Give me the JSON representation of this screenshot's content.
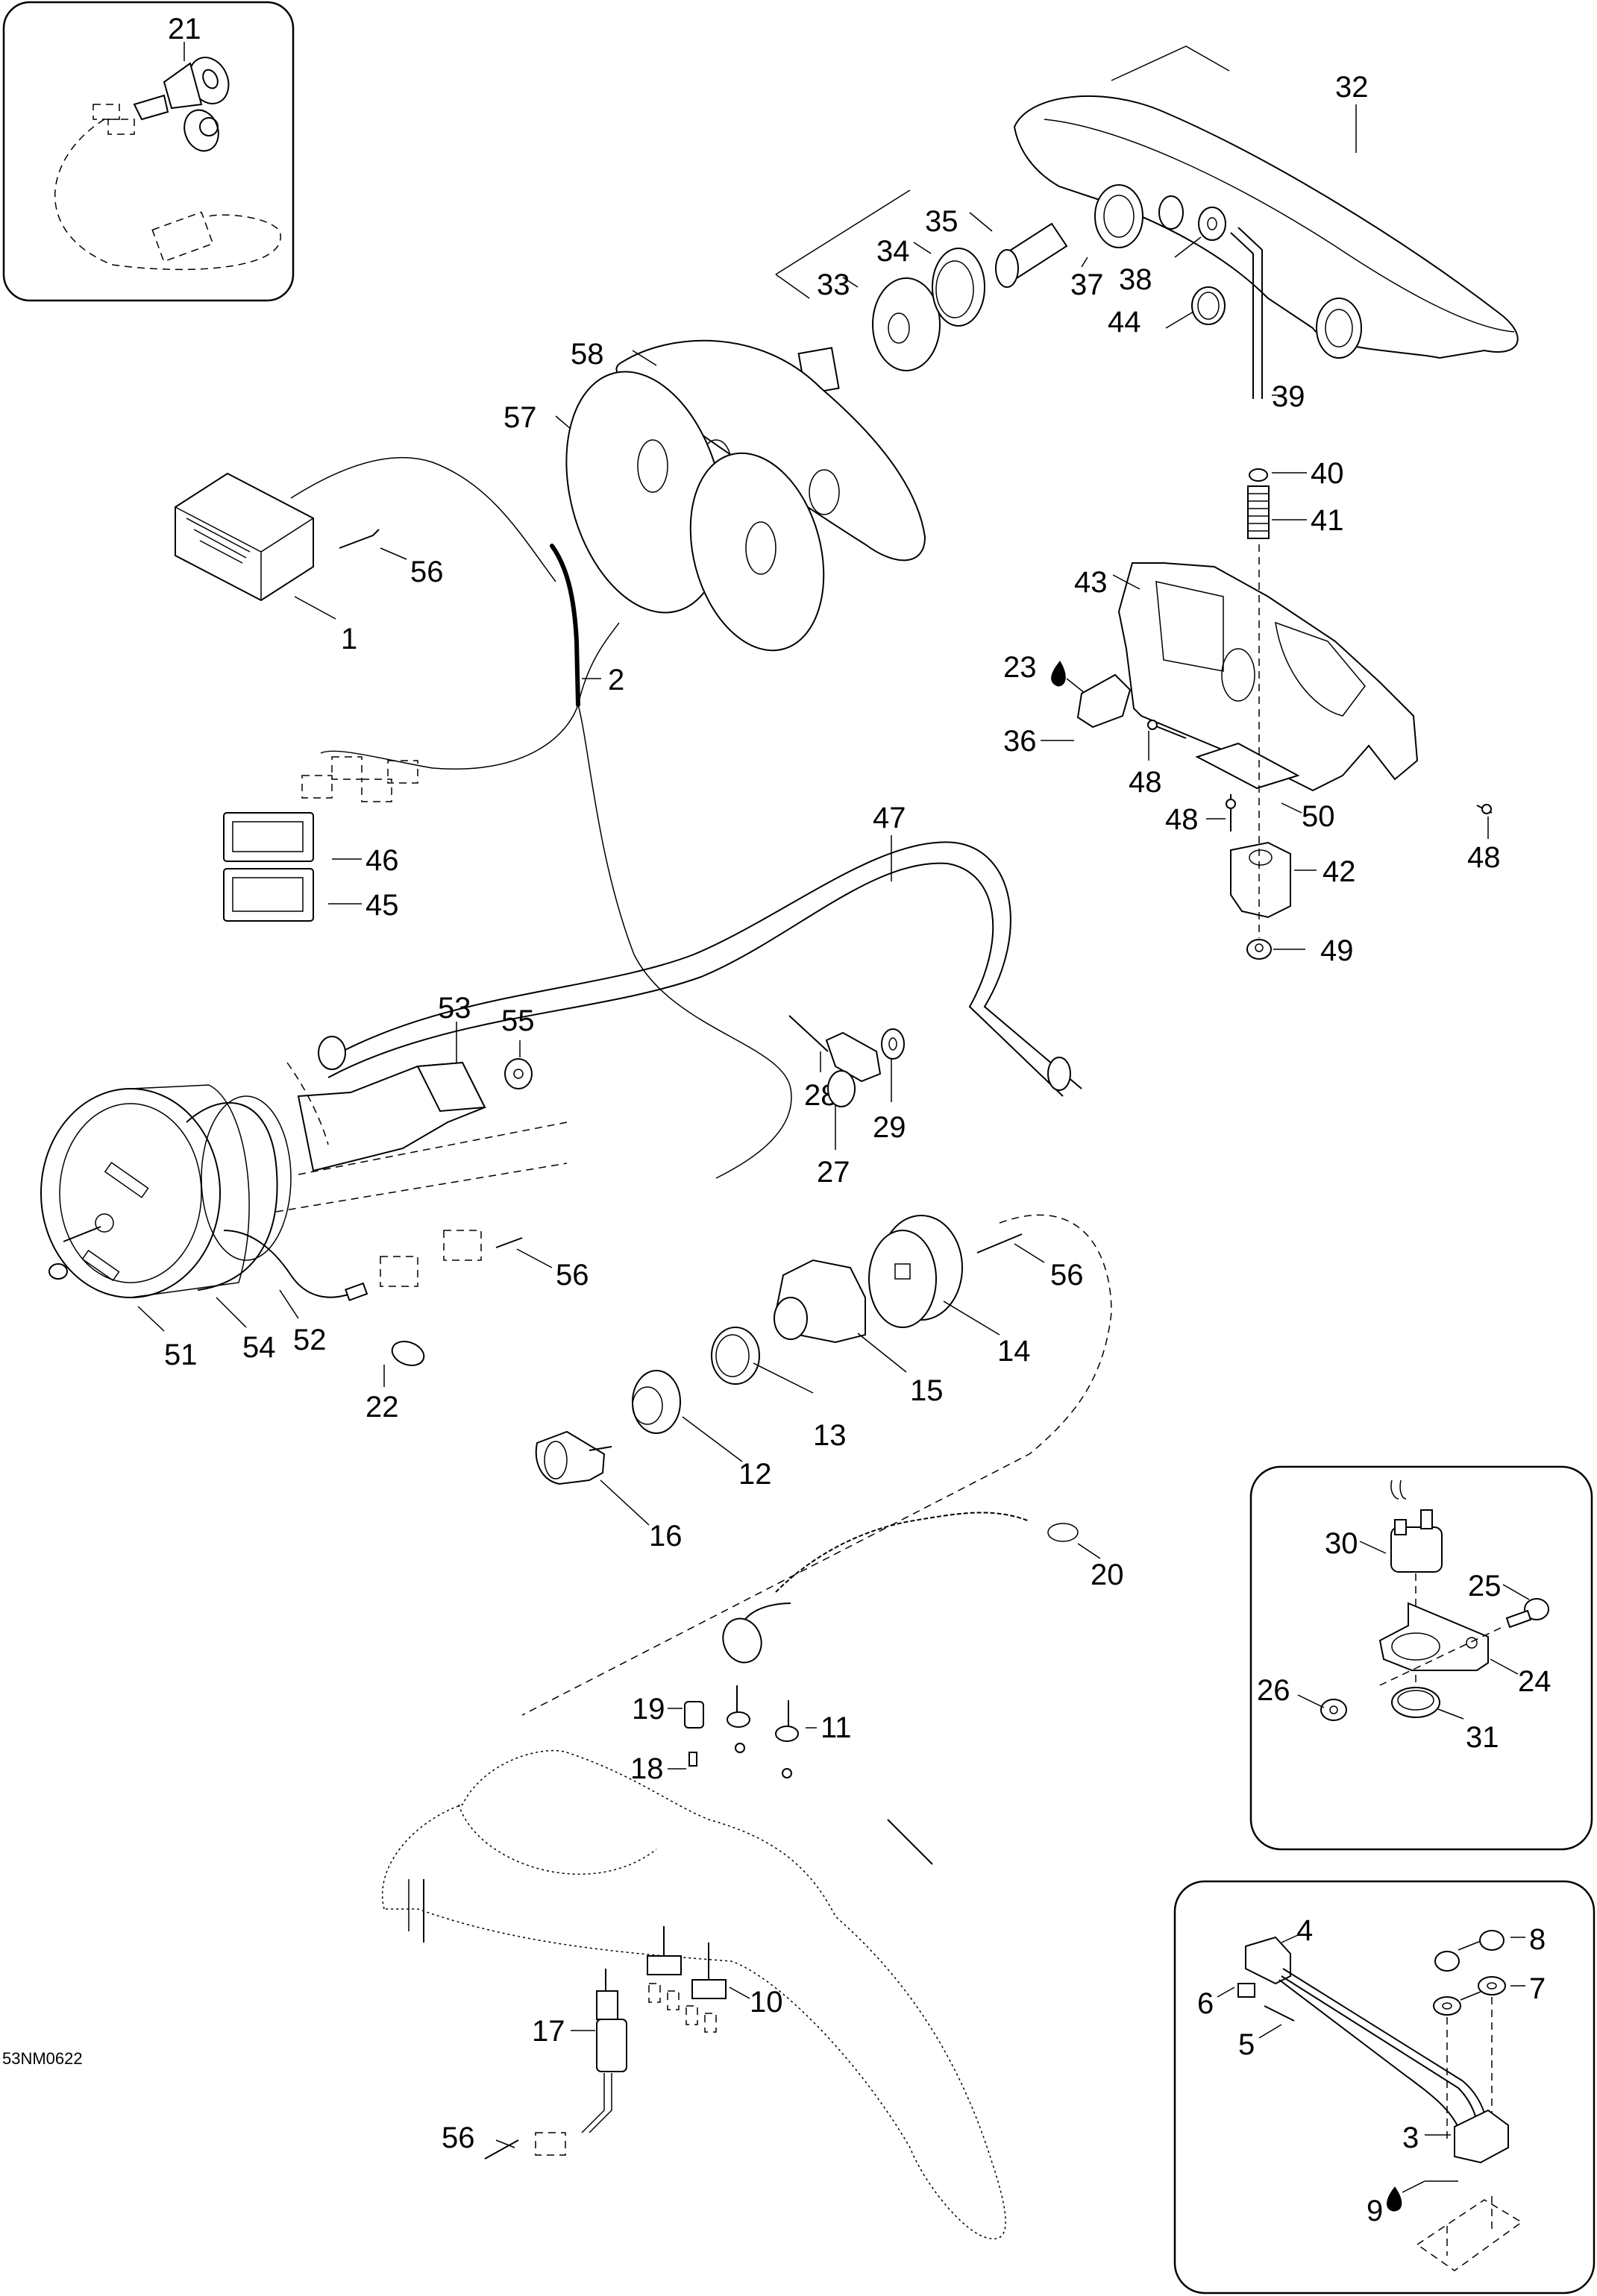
{
  "diagram": {
    "type": "exploded parts diagram",
    "drawing_code": "53NM0622",
    "callouts": [
      "1",
      "2",
      "3",
      "4",
      "5",
      "6",
      "7",
      "8",
      "9",
      "10",
      "11",
      "12",
      "13",
      "14",
      "15",
      "16",
      "17",
      "18",
      "19",
      "20",
      "21",
      "22",
      "23",
      "24",
      "25",
      "26",
      "27",
      "28",
      "29",
      "30",
      "31",
      "32",
      "33",
      "34",
      "35",
      "36",
      "37",
      "38",
      "39",
      "40",
      "41",
      "42",
      "43",
      "44",
      "45",
      "46",
      "47",
      "48",
      "49",
      "50",
      "51",
      "52",
      "53",
      "54",
      "55",
      "56",
      "57",
      "58"
    ],
    "insets": [
      {
        "name": "key switch inset",
        "callouts": [
          "21"
        ]
      },
      {
        "name": "sensor bracket inset",
        "callouts": [
          "30",
          "25",
          "24",
          "26",
          "31"
        ]
      },
      {
        "name": "regulator inset",
        "callouts": [
          "4",
          "8",
          "6",
          "7",
          "5",
          "3",
          "9"
        ]
      }
    ],
    "labels": {
      "l1": "1",
      "l2": "2",
      "l3": "3",
      "l4": "4",
      "l5": "5",
      "l6": "6",
      "l7": "7",
      "l8": "8",
      "l9": "9",
      "l10": "10",
      "l11": "11",
      "l12": "12",
      "l13": "13",
      "l14": "14",
      "l15": "15",
      "l16": "16",
      "l17": "17",
      "l18": "18",
      "l19": "19",
      "l20": "20",
      "l21": "21",
      "l22": "22",
      "l23": "23",
      "l24": "24",
      "l25": "25",
      "l26": "26",
      "l27": "27",
      "l28": "28",
      "l29": "29",
      "l30": "30",
      "l31": "31",
      "l32": "32",
      "l33": "33",
      "l34": "34",
      "l35": "35",
      "l36": "36",
      "l37": "37",
      "l38": "38",
      "l39": "39",
      "l40": "40",
      "l41": "41",
      "l42": "42",
      "l43": "43",
      "l44": "44",
      "l45": "45",
      "l46": "46",
      "l47": "47",
      "l48a": "48",
      "l48b": "48",
      "l48c": "48",
      "l49": "49",
      "l50": "50",
      "l51": "51",
      "l52": "52",
      "l53": "53",
      "l54": "54",
      "l55": "55",
      "l56a": "56",
      "l56b": "56",
      "l56c": "56",
      "l56d": "56",
      "l57": "57",
      "l58": "58"
    }
  }
}
